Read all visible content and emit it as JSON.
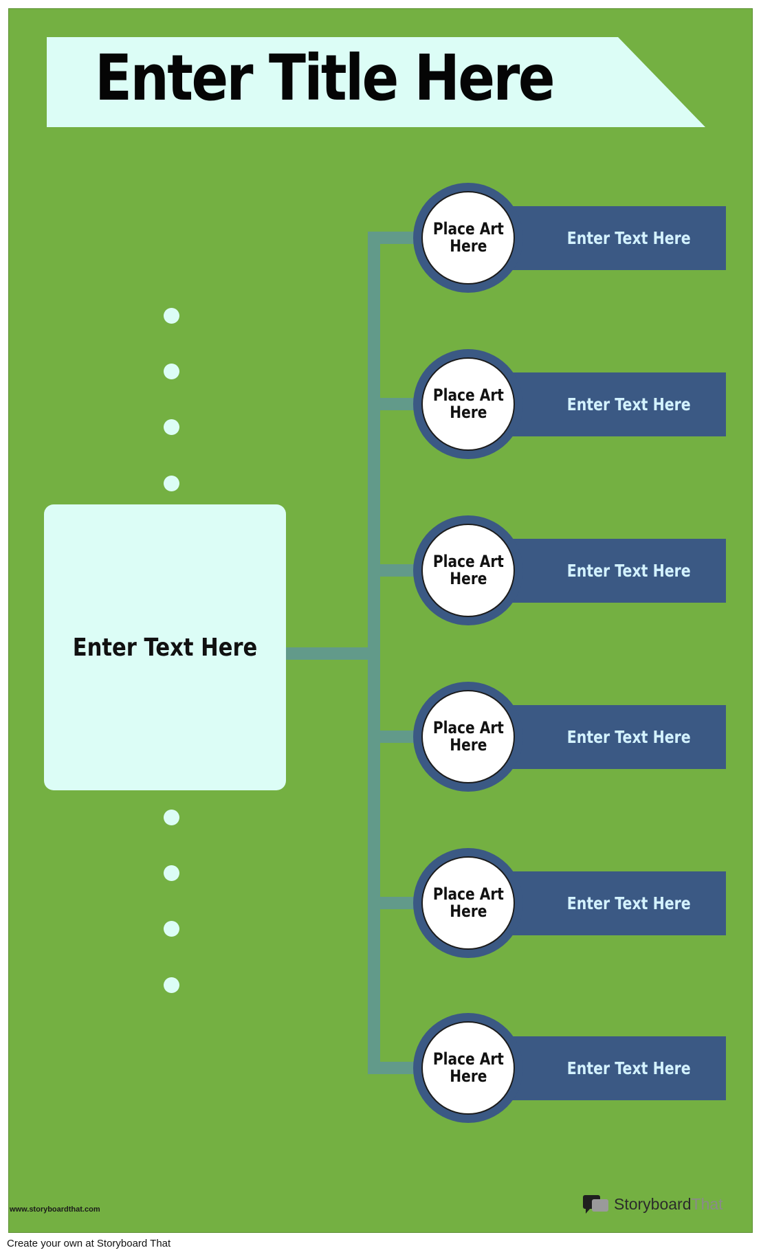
{
  "title": "Enter Title Here",
  "main_box_text": "Enter Text Here",
  "items": [
    {
      "art": "Place Art\nHere",
      "text": "Enter Text Here"
    },
    {
      "art": "Place Art\nHere",
      "text": "Enter Text Here"
    },
    {
      "art": "Place Art\nHere",
      "text": "Enter Text Here"
    },
    {
      "art": "Place Art\nHere",
      "text": "Enter Text Here"
    },
    {
      "art": "Place Art\nHere",
      "text": "Enter Text Here"
    },
    {
      "art": "Place Art\nHere",
      "text": "Enter Text Here"
    }
  ],
  "footer": {
    "url": "www.storyboardthat.com",
    "logo_part1": "Storyboard",
    "logo_part2": "That",
    "caption": "Create your own at Storyboard That"
  },
  "colors": {
    "background": "#74b042",
    "banner": "#dcfdf6",
    "item_bar": "#3b5984",
    "connector": "#629a8a",
    "item_text": "#d3f2ff"
  }
}
